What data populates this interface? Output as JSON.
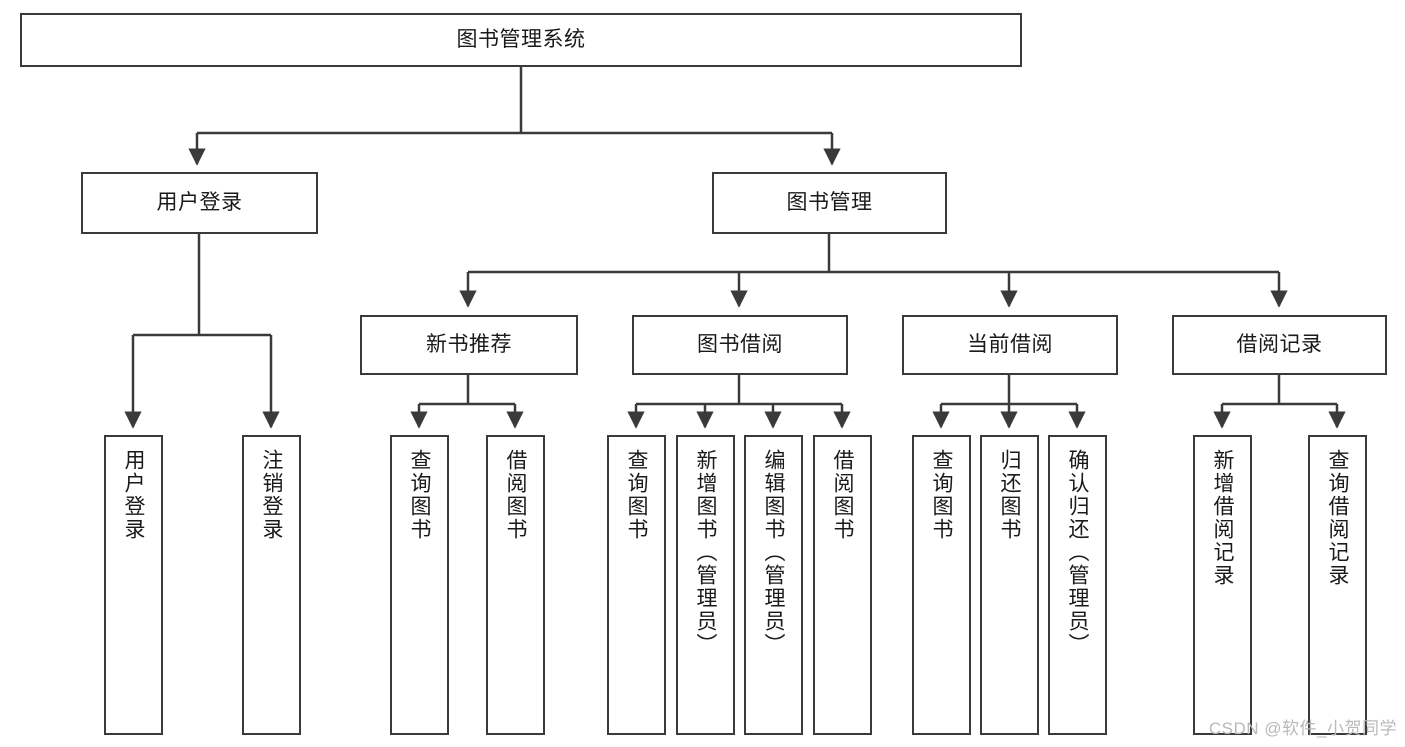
{
  "diagram": {
    "title": "图书管理系统",
    "type": "tree-hierarchy",
    "root": {
      "label": "图书管理系统"
    },
    "level1": [
      {
        "label": "用户登录"
      },
      {
        "label": "图书管理"
      }
    ],
    "level2": [
      {
        "label": "新书推荐"
      },
      {
        "label": "图书借阅"
      },
      {
        "label": "当前借阅"
      },
      {
        "label": "借阅记录"
      }
    ],
    "leaves": {
      "user_login": [
        {
          "label": "用户登录"
        },
        {
          "label": "注销登录"
        }
      ],
      "new_book_recommend": [
        {
          "label": "查询图书"
        },
        {
          "label": "借阅图书"
        }
      ],
      "book_borrow": [
        {
          "label": "查询图书"
        },
        {
          "label": "新增图书（管理员）"
        },
        {
          "label": "编辑图书（管理员）"
        },
        {
          "label": "借阅图书"
        }
      ],
      "current_borrow": [
        {
          "label": "查询图书"
        },
        {
          "label": "归还图书"
        },
        {
          "label": "确认归还（管理员）"
        }
      ],
      "borrow_record": [
        {
          "label": "新增借阅记录"
        },
        {
          "label": "查询借阅记录"
        }
      ]
    }
  },
  "watermark": {
    "text": "CSDN @软件_小贺同学"
  },
  "colors": {
    "stroke": "#3a3a3a",
    "fill": "#ffffff",
    "text": "#1a1a1a",
    "watermark": "#b9b9b9"
  }
}
